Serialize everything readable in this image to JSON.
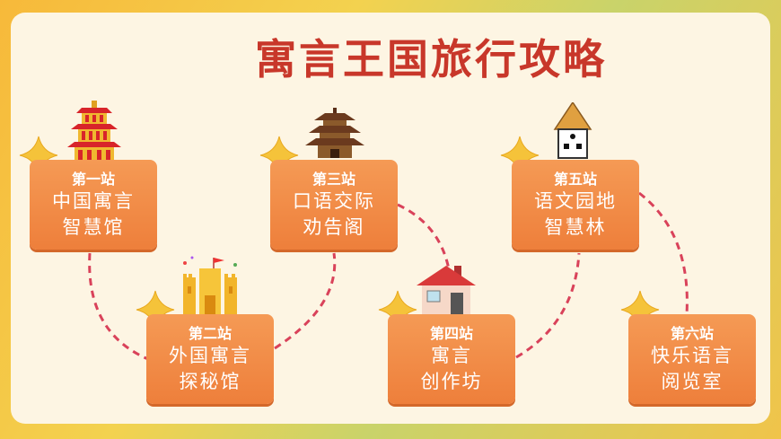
{
  "title": "寓言王国旅行攻略",
  "stations": [
    {
      "label": "第一站",
      "line1": "中国寓言",
      "line2": "智慧馆"
    },
    {
      "label": "第二站",
      "line1": "外国寓言",
      "line2": "探秘馆"
    },
    {
      "label": "第三站",
      "line1": "口语交际",
      "line2": "劝告阁"
    },
    {
      "label": "第四站",
      "line1": "寓言",
      "line2": "创作坊"
    },
    {
      "label": "第五站",
      "line1": "语文园地",
      "line2": "智慧林"
    },
    {
      "label": "第六站",
      "line1": "快乐语言",
      "line2": "阅览室"
    }
  ],
  "colors": {
    "title": "#c8372a",
    "card": "#f08a45",
    "dash": "#d9425a",
    "star": "#f5c33a"
  }
}
